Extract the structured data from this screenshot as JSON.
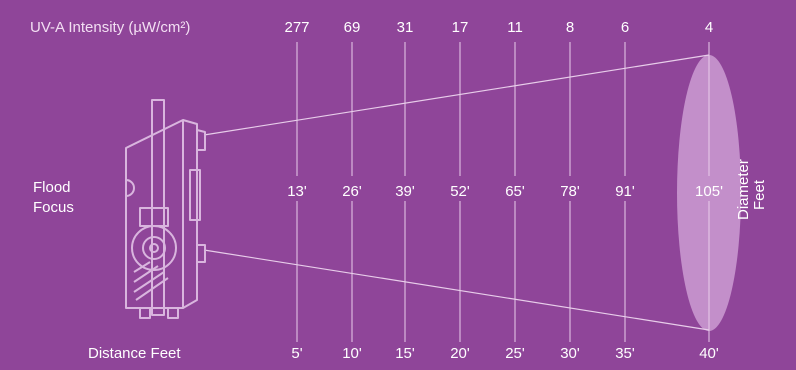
{
  "colors": {
    "background": "#8f4599",
    "lines": "#e8cdea",
    "beam": "#c38fca",
    "text": "#ffffff",
    "lamp": "#d9b5de"
  },
  "header": {
    "intensity_label": "UV-A Intensity (µW/cm²)"
  },
  "mode": {
    "line1": "Flood",
    "line2": "Focus"
  },
  "axis": {
    "distance_label": "Distance Feet",
    "diameter_label_line1": "Diameter",
    "diameter_label_line2": "Feet"
  },
  "columns": [
    {
      "intensity": "277",
      "diameter": "13'",
      "distance": "5'"
    },
    {
      "intensity": "69",
      "diameter": "26'",
      "distance": "10'"
    },
    {
      "intensity": "31",
      "diameter": "39'",
      "distance": "15'"
    },
    {
      "intensity": "17",
      "diameter": "52'",
      "distance": "20'"
    },
    {
      "intensity": "11",
      "diameter": "65'",
      "distance": "25'"
    },
    {
      "intensity": "8",
      "diameter": "78'",
      "distance": "30'"
    },
    {
      "intensity": "6",
      "diameter": "91'",
      "distance": "35'"
    },
    {
      "intensity": "4",
      "diameter": "105'",
      "distance": "40'"
    }
  ],
  "icons": {
    "lamp": "uv-lamp-icon"
  }
}
